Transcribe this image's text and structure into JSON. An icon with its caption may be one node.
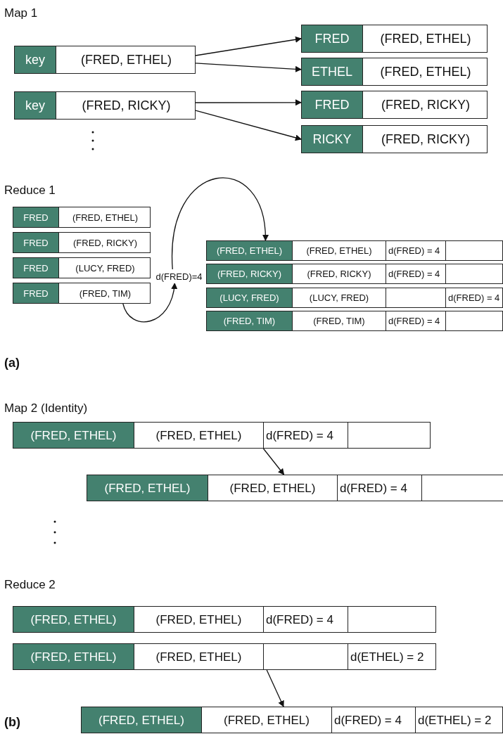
{
  "diagram": {
    "nodes": [
      {
        "text": [
          "key",
          "(FRED, ETHEL)"
        ]
      },
      {
        "text": [
          "key",
          "(FRED, RICKY)"
        ]
      },
      {
        "text": [
          "FRED",
          "(FRED, ETHEL)"
        ]
      },
      {
        "text": [
          "ETHEL",
          "(FRED, ETHEL)"
        ]
      },
      {
        "text": [
          "FRED",
          "(FRED, RICKY)"
        ]
      },
      {
        "text": [
          "RICKY",
          "(FRED, RICKY)"
        ]
      },
      {
        "text": [
          "FRED",
          "(FRED, ETHEL)"
        ]
      },
      {
        "text": [
          "FRED",
          "(FRED, RICKY)"
        ]
      },
      {
        "text": [
          "FRED",
          "(LUCY, FRED)"
        ]
      },
      {
        "text": [
          "FRED",
          "(FRED, TIM)"
        ]
      },
      {
        "text": [
          "d(FRED)=4"
        ]
      },
      {
        "text": [
          "(FRED, ETHEL)",
          "(FRED, ETHEL)",
          "d(FRED) = 4"
        ]
      },
      {
        "text": [
          "(FRED, RICKY)",
          "(FRED, RICKY)",
          "d(FRED) = 4"
        ]
      },
      {
        "text": [
          "(LUCY, FRED)",
          "(LUCY, FRED)",
          "d(FRED) = 4"
        ]
      },
      {
        "text": [
          "(FRED, TIM)",
          "(FRED, TIM)",
          "d(FRED) = 4"
        ]
      },
      {
        "text": [
          "(FRED, ETHEL)",
          "(FRED, ETHEL)",
          "d(FRED) = 4"
        ]
      },
      {
        "text": [
          "(FRED, ETHEL)",
          "(FRED, ETHEL)",
          "d(FRED) = 4"
        ]
      },
      {
        "text": [
          "(FRED, ETHEL)",
          "(FRED, ETHEL)",
          "d(FRED) = 4"
        ]
      },
      {
        "text": [
          "(FRED, ETHEL)",
          "(FRED, ETHEL)",
          "d(ETHEL) = 2"
        ]
      },
      {
        "text": [
          "(FRED, ETHEL)",
          "(FRED, ETHEL)",
          "d(FRED) = 4",
          "d(ETHEL) = 2"
        ]
      }
    ],
    "edges": [
      {
        "from": 0,
        "to": 2,
        "arrow": "to"
      },
      {
        "from": 0,
        "to": 3,
        "arrow": "to"
      },
      {
        "from": 1,
        "to": 4,
        "arrow": "to"
      },
      {
        "from": 1,
        "to": 5,
        "arrow": "to"
      },
      {
        "from": 9,
        "to": 10,
        "arrow": "to"
      },
      {
        "from": 10,
        "to": 11,
        "arrow": "to"
      },
      {
        "from": 15,
        "to": 16,
        "arrow": "to"
      },
      {
        "from": 18,
        "to": 19,
        "arrow": "to"
      }
    ],
    "labels": [
      "Map 1",
      "Reduce 1",
      "(a)",
      "Map 2 (Identity)",
      "Reduce 2",
      "(b)"
    ]
  }
}
